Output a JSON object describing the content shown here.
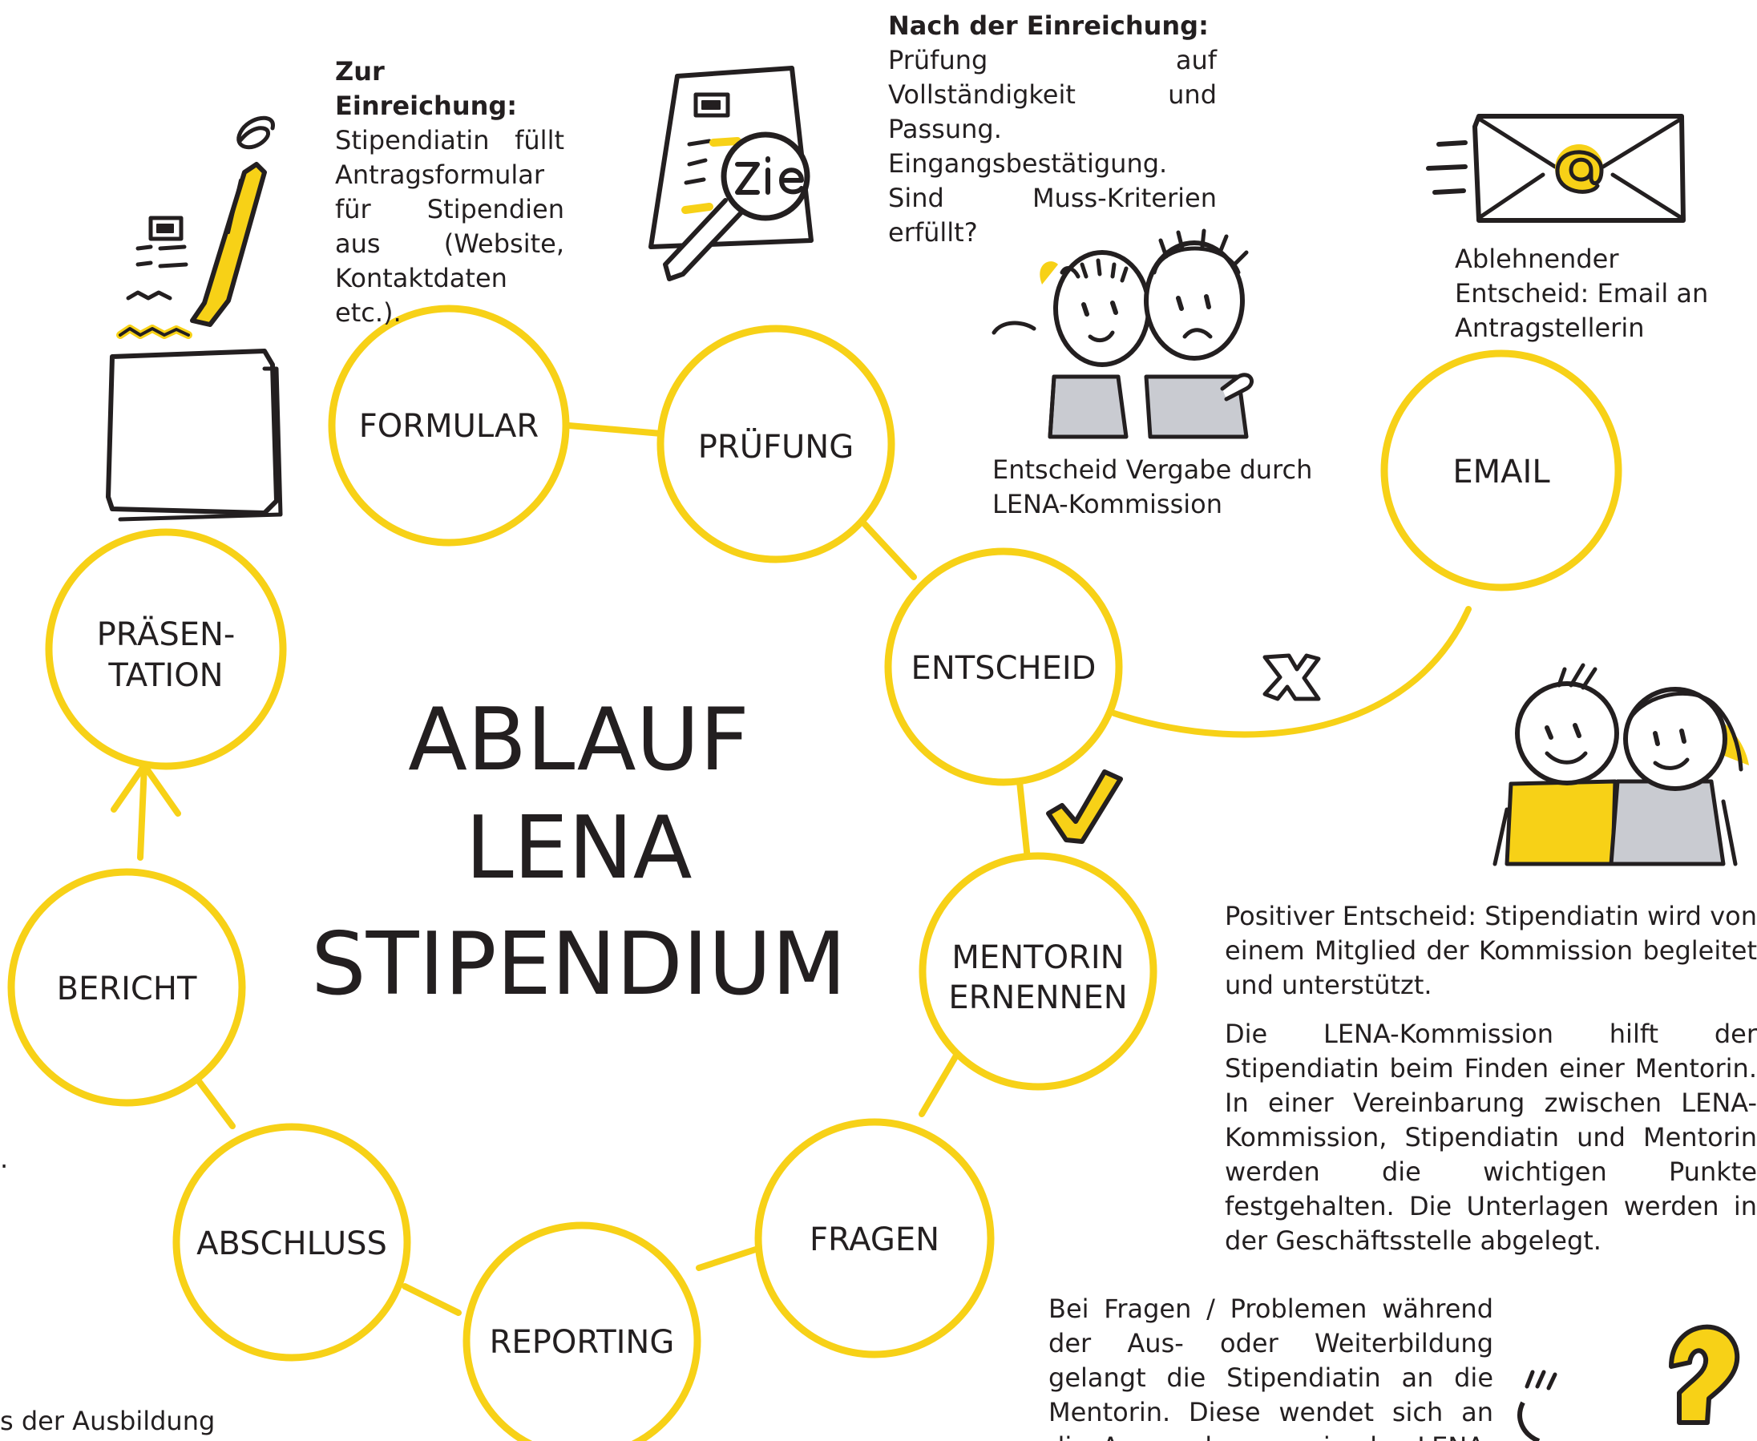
{
  "title_lines": [
    "ABLAUF",
    "LENA",
    "STIPENDIUM"
  ],
  "nodes": {
    "formular": "FORMULAR",
    "pruefung": "PRÜFUNG",
    "entscheid": "ENTSCHEID",
    "email": "EMAIL",
    "mentorin": [
      "MENTORIN",
      "ERNENNEN"
    ],
    "fragen": "FRAGEN",
    "reporting": "REPORTING",
    "abschluss": "ABSCHLUSS",
    "bericht": "BERICHT",
    "praesentation": [
      "PRÄSEN-",
      "TATION"
    ]
  },
  "text": {
    "einreichung_lead": "Zur Einreichung:",
    "einreichung_body": "Stipendiatin füllt Antragsformular für Stipendien aus (Website, Kontaktdaten etc.).",
    "nach_lead": "Nach der Einreichung:",
    "nach_body": "Prüfung auf Vollständigkeit und Passung. Eingangsbestätigung. Sind Muss-Kriterien erfüllt?",
    "ablehnend": "Ablehnender Entscheid: Email an Antragstellerin",
    "kommission": "Entscheid Vergabe durch LENA-Kommission",
    "positiv": "Positiver Entscheid: Stipendiatin wird von einem Mitglied der Kommission begleitet und unterstützt.",
    "mentorin_text": "Die LENA-Kommission hilft der Stipendiatin beim Finden einer Mentorin. In einer Vereinbarung zwischen LENA-Kommission, Stipendiatin und Mentorin werden die wichtigen Punkte festgehalten. Die Unterlagen werden in der Geschäftsstelle abgelegt.",
    "fragen_text": "Bei Fragen / Problemen während der Aus- oder Weiterbildung gelangt die Stipendiatin an die Mentorin. Diese wendet sich an die Ansprechperson in der LENA-Kommission.",
    "left_dot": ".",
    "bottom_left": "s der Ausbildung"
  },
  "icons": {
    "form_drawing": "pen-writing-form-icon",
    "magnifier_drawing": "magnifier-document-icon",
    "email_drawing": "envelope-at-icon",
    "commission_drawing": "two-people-worried-icon",
    "positive_drawing": "two-people-happy-icon",
    "reject_mark": "x-mark-icon",
    "accept_mark": "checkmark-icon",
    "question_drawing": "question-mark-icon"
  },
  "colors": {
    "accent": "#f7d117",
    "accent_light": "#fbe96a",
    "ink": "#231f20",
    "gray_fill": "#c9cbd1"
  }
}
